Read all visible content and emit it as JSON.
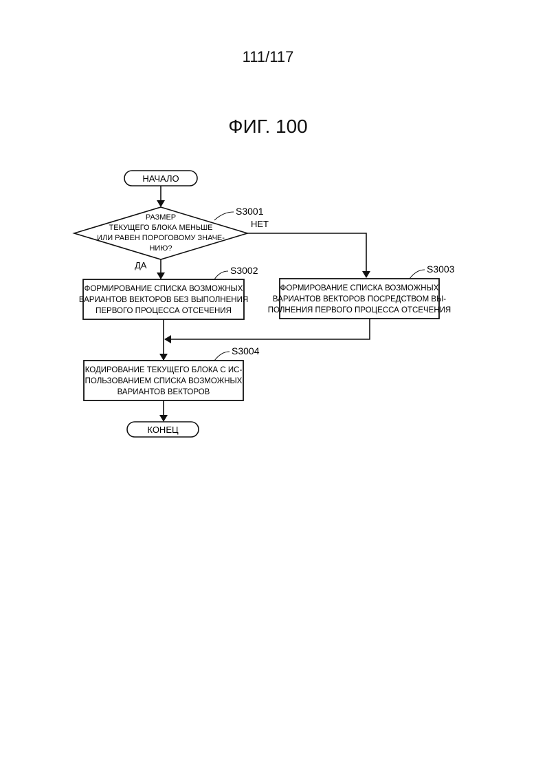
{
  "page": {
    "number": "111/117"
  },
  "figure": {
    "title": "ФИГ. 100"
  },
  "flowchart": {
    "start": "НАЧАЛО",
    "end": "КОНЕЦ",
    "decision": {
      "step": "S3001",
      "lines": [
        "РАЗМЕР",
        "ТЕКУЩЕГО БЛОКА МЕНЬШЕ",
        "ИЛИ РАВЕН ПОРОГОВОМУ ЗНАЧЕ-",
        "НИЮ?"
      ],
      "yes_label": "ДА",
      "no_label": "НЕТ"
    },
    "step_s3002": {
      "step": "S3002",
      "lines": [
        "ФОРМИРОВАНИЕ СПИСКА ВОЗМОЖНЫХ",
        "ВАРИАНТОВ ВЕКТОРОВ БЕЗ ВЫПОЛНЕНИЯ",
        "ПЕРВОГО ПРОЦЕССА ОТСЕЧЕНИЯ"
      ]
    },
    "step_s3003": {
      "step": "S3003",
      "lines": [
        "ФОРМИРОВАНИЕ СПИСКА ВОЗМОЖНЫХ",
        "ВАРИАНТОВ ВЕКТОРОВ ПОСРЕДСТВОМ ВЫ-",
        "ПОЛНЕНИЯ ПЕРВОГО ПРОЦЕССА ОТСЕЧЕНИЯ"
      ]
    },
    "step_s3004": {
      "step": "S3004",
      "lines": [
        "КОДИРОВАНИЕ ТЕКУЩЕГО БЛОКА С ИС-",
        "ПОЛЬЗОВАНИЕМ СПИСКА ВОЗМОЖНЫХ",
        "ВАРИАНТОВ ВЕКТОРОВ"
      ]
    }
  }
}
